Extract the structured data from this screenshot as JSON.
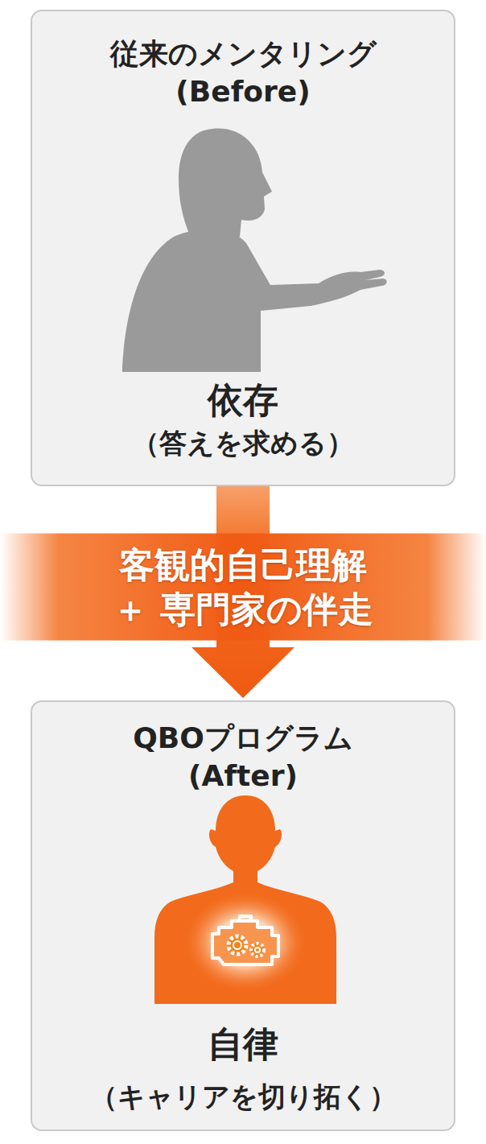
{
  "diagram": {
    "nodes": [
      {
        "text": [
          "従来のメンタリング (Before)",
          "依存",
          "（答えを求める）"
        ]
      },
      {
        "text": [
          "QBOプログラム (After)",
          "自律",
          "（キャリアを切り拓く）"
        ]
      }
    ],
    "edges": [
      {
        "from": 0,
        "to": 1,
        "arrow": "to",
        "label": "客観的自己理解 ＋ 専門家の伴走"
      }
    ]
  }
}
